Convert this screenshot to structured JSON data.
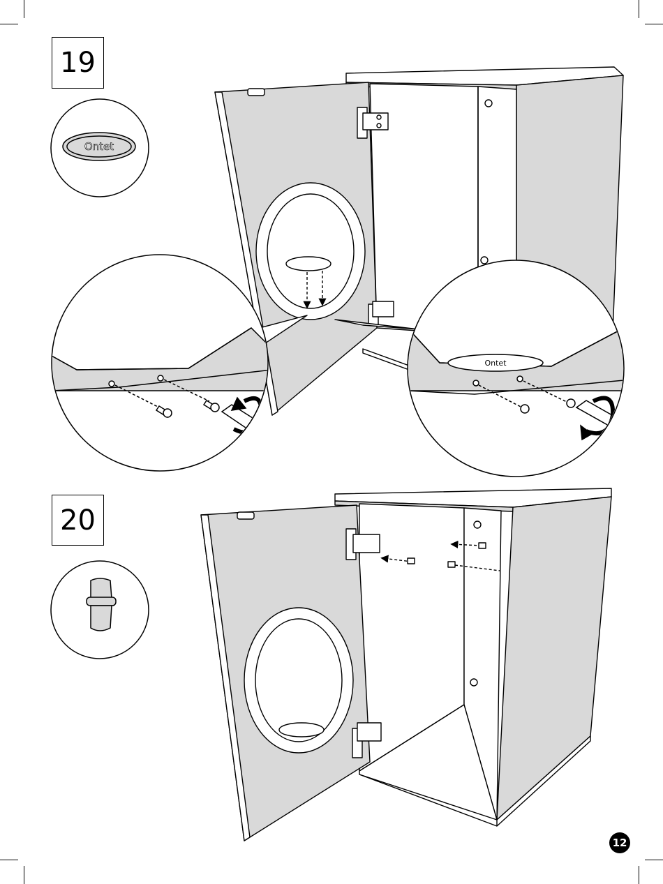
{
  "page": {
    "page_number": "12"
  },
  "steps": [
    {
      "number": "19",
      "part_logo_text": "Ontet",
      "zoom_left_logo_text": "",
      "zoom_right_logo_text": "Ontet"
    },
    {
      "number": "20",
      "part_icon": "wooden-dowel-icon"
    }
  ],
  "icons": {
    "screwdriver": "screwdriver-icon",
    "rotation_arrow": "rotate-arrow-icon",
    "screw": "screw-icon",
    "hinge": "hinge-icon"
  },
  "colors": {
    "panel_fill": "#d9d9d9",
    "line": "#000000",
    "background": "#ffffff"
  }
}
